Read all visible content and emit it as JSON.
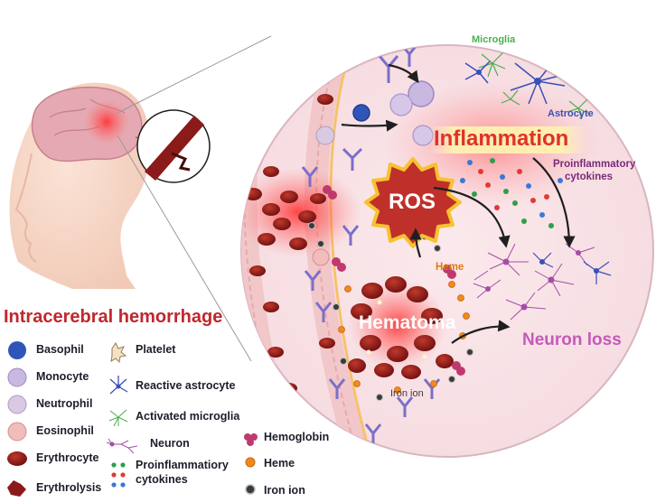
{
  "title": "Intracerebral hemorrhage",
  "labels": {
    "microglia": "Microglia",
    "astrocyte": "Astrocyte",
    "inflammation": "Inflammation",
    "proinflammatory_line1": "Proinflammatory",
    "proinflammatory_line2": "cytokines",
    "ros": "ROS",
    "heme": "Heme",
    "hematoma": "Hematoma",
    "neuron_loss": "Neuron loss",
    "iron_ion": "Iron ion"
  },
  "legend": {
    "basophil": "Basophil",
    "monocyte": "Monocyte",
    "neutrophil": "Neutrophil",
    "eosinophil": "Eosinophil",
    "erythrocyte": "Erythrocyte",
    "erythrolysis": "Erythrolysis",
    "platelet": "Platelet",
    "reactive_astrocyte": "Reactive astrocyte",
    "activated_microglia": "Activated microglia",
    "neuron": "Neuron",
    "cytokines_line1": "Proinflammatiory",
    "cytokines_line2": "cytokines",
    "hemoglobin": "Hemoglobin",
    "heme": "Heme",
    "iron_ion": "Iron ion"
  },
  "colors": {
    "title_red": "#c0272d",
    "ros_fill": "#c0302a",
    "ros_border": "#f6c230",
    "microglia_green": "#4caf50",
    "astrocyte_blue": "#3a4fb8",
    "neuron_purple": "#8e3a8e",
    "erythrocyte": "#8b1a1a",
    "heme_orange": "#f08a1e",
    "iron_gray": "#3a3a3a"
  }
}
